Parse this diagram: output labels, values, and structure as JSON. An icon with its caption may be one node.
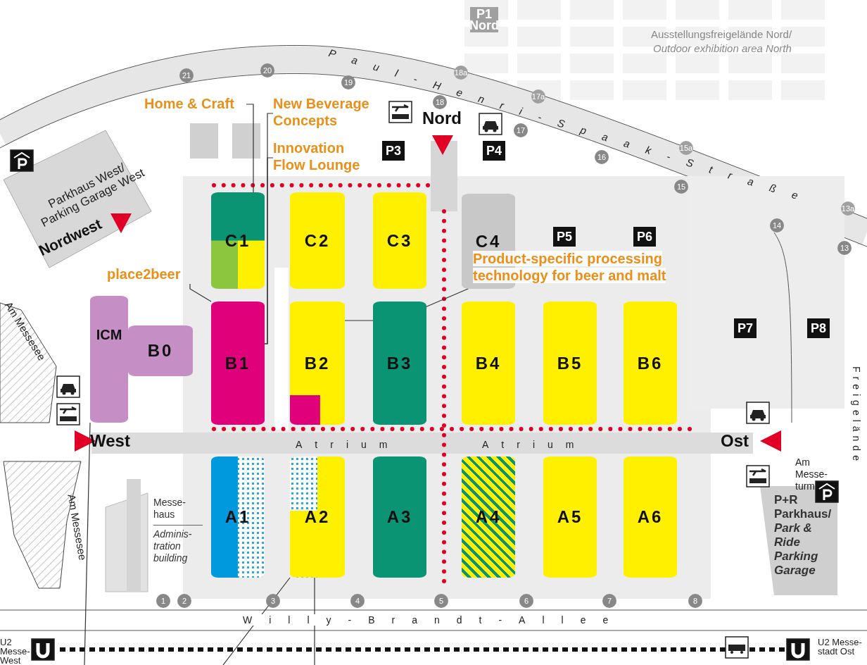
{
  "diagram": {
    "nodes": [
      {
        "text": [
          "C1"
        ]
      },
      {
        "text": [
          "C2"
        ]
      },
      {
        "text": [
          "C3"
        ]
      },
      {
        "text": [
          "C4"
        ]
      },
      {
        "text": [
          "B0"
        ]
      },
      {
        "text": [
          "B1"
        ]
      },
      {
        "text": [
          "B2"
        ]
      },
      {
        "text": [
          "B3"
        ]
      },
      {
        "text": [
          "B4"
        ]
      },
      {
        "text": [
          "B5"
        ]
      },
      {
        "text": [
          "B6"
        ]
      },
      {
        "text": [
          "A1"
        ]
      },
      {
        "text": [
          "A2"
        ]
      },
      {
        "text": [
          "A3"
        ]
      },
      {
        "text": [
          "A4"
        ]
      },
      {
        "text": [
          "A5"
        ]
      },
      {
        "text": [
          "A6"
        ]
      },
      {
        "text": [
          "ICM"
        ]
      },
      {
        "text": [
          "Nord"
        ]
      },
      {
        "text": [
          "West"
        ]
      },
      {
        "text": [
          "Ost"
        ]
      },
      {
        "text": [
          "Nordwest"
        ]
      },
      {
        "text": [
          "Parkhaus West/ Parking Garage West"
        ]
      },
      {
        "text": [
          "P+R Parkhaus/",
          "Park & Ride Parking Garage"
        ]
      },
      {
        "text": [
          "Messe- haus",
          "Adminis- tration building"
        ]
      },
      {
        "text": [
          "Home & Craft"
        ]
      },
      {
        "text": [
          "New Beverage Concepts"
        ]
      },
      {
        "text": [
          "Innovation Flow Lounge"
        ]
      },
      {
        "text": [
          "place2beer"
        ]
      },
      {
        "text": [
          "Product-specific processing technology for beer and malt"
        ]
      },
      {
        "text": [
          "P1 Nord"
        ]
      },
      {
        "text": [
          "P3"
        ]
      },
      {
        "text": [
          "P4"
        ]
      },
      {
        "text": [
          "P5"
        ]
      },
      {
        "text": [
          "P6"
        ]
      },
      {
        "text": [
          "P7"
        ]
      },
      {
        "text": [
          "P8"
        ]
      }
    ],
    "edges": [
      {
        "from": 25,
        "to": 0,
        "arrow": "none"
      },
      {
        "from": 26,
        "to": 5,
        "arrow": "none"
      },
      {
        "from": 27,
        "to": 5,
        "arrow": "none"
      },
      {
        "from": 28,
        "to": 5,
        "arrow": "none"
      },
      {
        "from": 29,
        "to": 6,
        "arrow": "none"
      },
      {
        "from": null,
        "to": 17,
        "arrow": "none"
      },
      {
        "from": null,
        "to": 12,
        "arrow": "none"
      },
      {
        "from": null,
        "to": 12,
        "arrow": "none"
      }
    ],
    "labels": [
      "Ausstellungsfreigelände Nord/",
      "Outdoor exhibition area North",
      "Paul-Henri-Spaak-Straße",
      "21",
      "20",
      "19",
      "18a",
      "18",
      "17a",
      "17",
      "16",
      "15a",
      "15",
      "14",
      "13a",
      "13",
      "Am Messesee",
      "Atrium",
      "Atrium",
      "Am Messe- turm",
      "Freigelände",
      "Am Messesee",
      "1",
      "2",
      "3",
      "4",
      "5",
      "6",
      "7",
      "8",
      "Willy-Brandt-Allee",
      "U2 Messe- West",
      "U2 Messe- stadt Ost"
    ]
  }
}
